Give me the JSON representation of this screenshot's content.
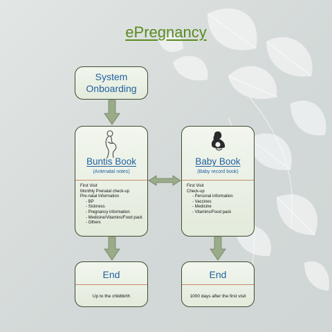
{
  "title": "ePregnancy",
  "colors": {
    "title": "#5a8a1f",
    "label_blue": "#1f5f9e",
    "arrow_fill": "#9aab88",
    "box_border": "#3c4a2e",
    "divider": "#c88a6a"
  },
  "onboarding": {
    "label": "System Onboarding"
  },
  "buntis_book": {
    "icon": "pregnant-woman-icon",
    "title": "Buntis Book",
    "subtitle": "(Antenatal notes)",
    "items": [
      {
        "text": "First Visit",
        "sub": false
      },
      {
        "text": "Monthly Prenatal check-up",
        "sub": false
      },
      {
        "text": "Pre-natal Information",
        "sub": false
      },
      {
        "text": "- BP",
        "sub": true
      },
      {
        "text": "- Sickness",
        "sub": true
      },
      {
        "text": "- Pregnancy information",
        "sub": true
      },
      {
        "text": "- Medicine/Vitamins/Food pack",
        "sub": true
      },
      {
        "text": "- Others",
        "sub": true
      }
    ]
  },
  "baby_book": {
    "icon": "mother-and-baby-icon",
    "title": "Baby Book",
    "subtitle": "(Baby record book)",
    "items": [
      {
        "text": "First Visit",
        "sub": false
      },
      {
        "text": "Check-up",
        "sub": false
      },
      {
        "text": "- Personal information",
        "sub": true
      },
      {
        "text": "- Vaccines",
        "sub": true
      },
      {
        "text": "- Medicine",
        "sub": true
      },
      {
        "text": "- Vitamins/Food pack",
        "sub": true
      }
    ]
  },
  "end_left": {
    "label": "End",
    "note": "Up to the childbirth"
  },
  "end_right": {
    "label": "End",
    "note": "1000 days after the first visit"
  }
}
